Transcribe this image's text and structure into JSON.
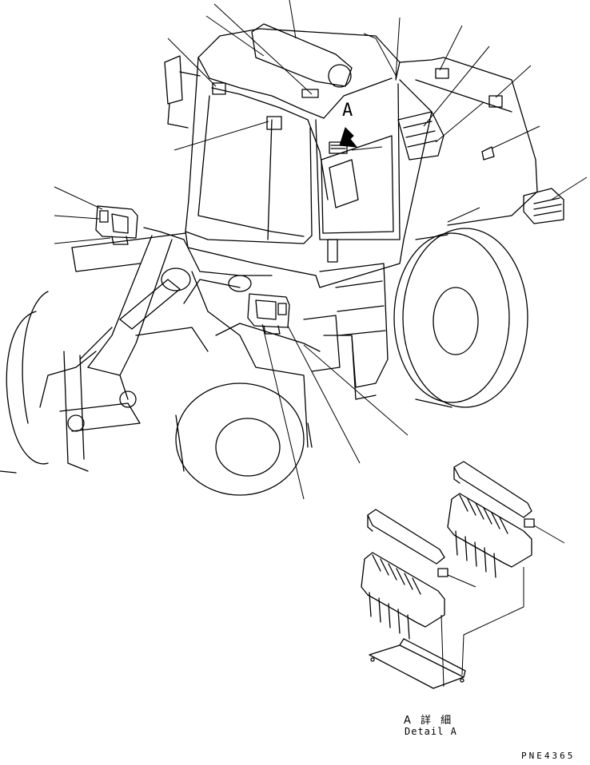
{
  "callout_letter": "A",
  "detail_label_jp": "A 詳 細",
  "detail_label_en": "Detail A",
  "drawing_number": "PNE4365"
}
